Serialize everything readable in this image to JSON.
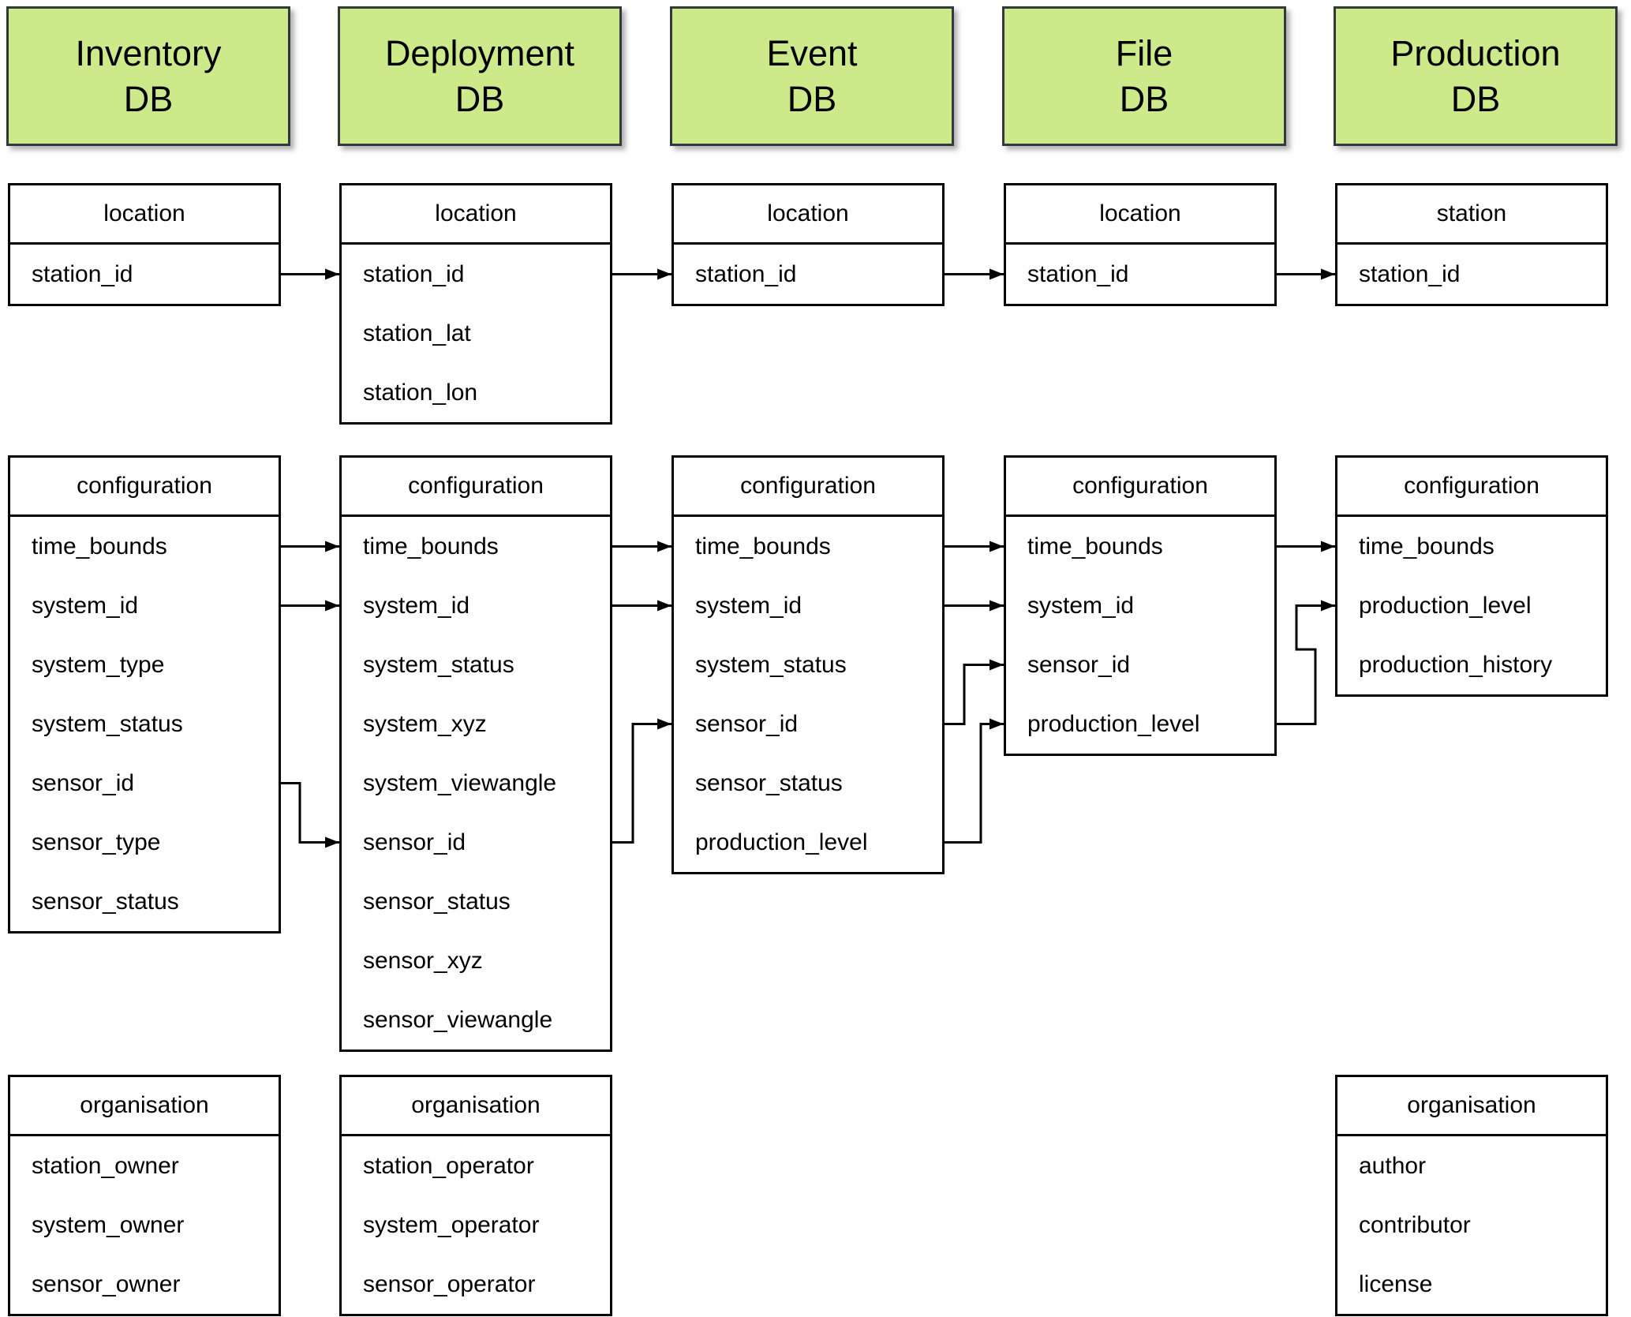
{
  "diagram": {
    "colors": {
      "db_fill": "#cdea8b",
      "db_border": "#33383d",
      "table_border": "#000000",
      "connector": "#000000",
      "background": "#ffffff"
    },
    "db_headers": [
      {
        "id": "inventory",
        "lines": [
          "Inventory",
          "DB"
        ]
      },
      {
        "id": "deployment",
        "lines": [
          "Deployment",
          "DB"
        ]
      },
      {
        "id": "event",
        "lines": [
          "Event",
          "DB"
        ]
      },
      {
        "id": "file",
        "lines": [
          "File",
          "DB"
        ]
      },
      {
        "id": "production",
        "lines": [
          "Production",
          "DB"
        ]
      }
    ],
    "tables": [
      {
        "db": "inventory",
        "band": "location",
        "title": "location",
        "fields": [
          "station_id"
        ]
      },
      {
        "db": "deployment",
        "band": "location",
        "title": "location",
        "fields": [
          "station_id",
          "station_lat",
          "station_lon"
        ]
      },
      {
        "db": "event",
        "band": "location",
        "title": "location",
        "fields": [
          "station_id"
        ]
      },
      {
        "db": "file",
        "band": "location",
        "title": "location",
        "fields": [
          "station_id"
        ]
      },
      {
        "db": "production",
        "band": "location",
        "title": "station",
        "fields": [
          "station_id"
        ]
      },
      {
        "db": "inventory",
        "band": "configuration",
        "title": "configuration",
        "fields": [
          "time_bounds",
          "system_id",
          "system_type",
          "system_status",
          "sensor_id",
          "sensor_type",
          "sensor_status"
        ]
      },
      {
        "db": "deployment",
        "band": "configuration",
        "title": "configuration",
        "fields": [
          "time_bounds",
          "system_id",
          "system_status",
          "system_xyz",
          "system_viewangle",
          "sensor_id",
          "sensor_status",
          "sensor_xyz",
          "sensor_viewangle"
        ]
      },
      {
        "db": "event",
        "band": "configuration",
        "title": "configuration",
        "fields": [
          "time_bounds",
          "system_id",
          "system_status",
          "sensor_id",
          "sensor_status",
          "production_level"
        ]
      },
      {
        "db": "file",
        "band": "configuration",
        "title": "configuration",
        "fields": [
          "time_bounds",
          "system_id",
          "sensor_id",
          "production_level"
        ]
      },
      {
        "db": "production",
        "band": "configuration",
        "title": "configuration",
        "fields": [
          "time_bounds",
          "production_level",
          "production_history"
        ]
      },
      {
        "db": "inventory",
        "band": "organisation",
        "title": "organisation",
        "fields": [
          "station_owner",
          "system_owner",
          "sensor_owner"
        ]
      },
      {
        "db": "deployment",
        "band": "organisation",
        "title": "organisation",
        "fields": [
          "station_operator",
          "system_operator",
          "sensor_operator"
        ]
      },
      {
        "db": "production",
        "band": "organisation",
        "title": "organisation",
        "fields": [
          "author",
          "contributor",
          "license"
        ]
      }
    ],
    "connectors": [
      {
        "from": "inventory.location.station_id",
        "to": "deployment.location.station_id"
      },
      {
        "from": "deployment.location.station_id",
        "to": "event.location.station_id"
      },
      {
        "from": "event.location.station_id",
        "to": "file.location.station_id"
      },
      {
        "from": "file.location.station_id",
        "to": "production.location.station_id"
      },
      {
        "from": "inventory.configuration.time_bounds",
        "to": "deployment.configuration.time_bounds"
      },
      {
        "from": "inventory.configuration.system_id",
        "to": "deployment.configuration.system_id"
      },
      {
        "from": "inventory.configuration.sensor_id",
        "to": "deployment.configuration.sensor_id"
      },
      {
        "from": "deployment.configuration.time_bounds",
        "to": "event.configuration.time_bounds"
      },
      {
        "from": "deployment.configuration.system_id",
        "to": "event.configuration.system_id"
      },
      {
        "from": "deployment.configuration.sensor_id",
        "to": "event.configuration.sensor_id"
      },
      {
        "from": "event.configuration.time_bounds",
        "to": "file.configuration.time_bounds"
      },
      {
        "from": "event.configuration.system_id",
        "to": "file.configuration.system_id"
      },
      {
        "from": "event.configuration.sensor_id",
        "to": "file.configuration.sensor_id"
      },
      {
        "from": "event.configuration.production_level",
        "to": "file.configuration.production_level"
      },
      {
        "from": "file.configuration.time_bounds",
        "to": "production.configuration.time_bounds"
      },
      {
        "from": "file.configuration.production_level",
        "to": "production.configuration.production_level"
      }
    ]
  }
}
